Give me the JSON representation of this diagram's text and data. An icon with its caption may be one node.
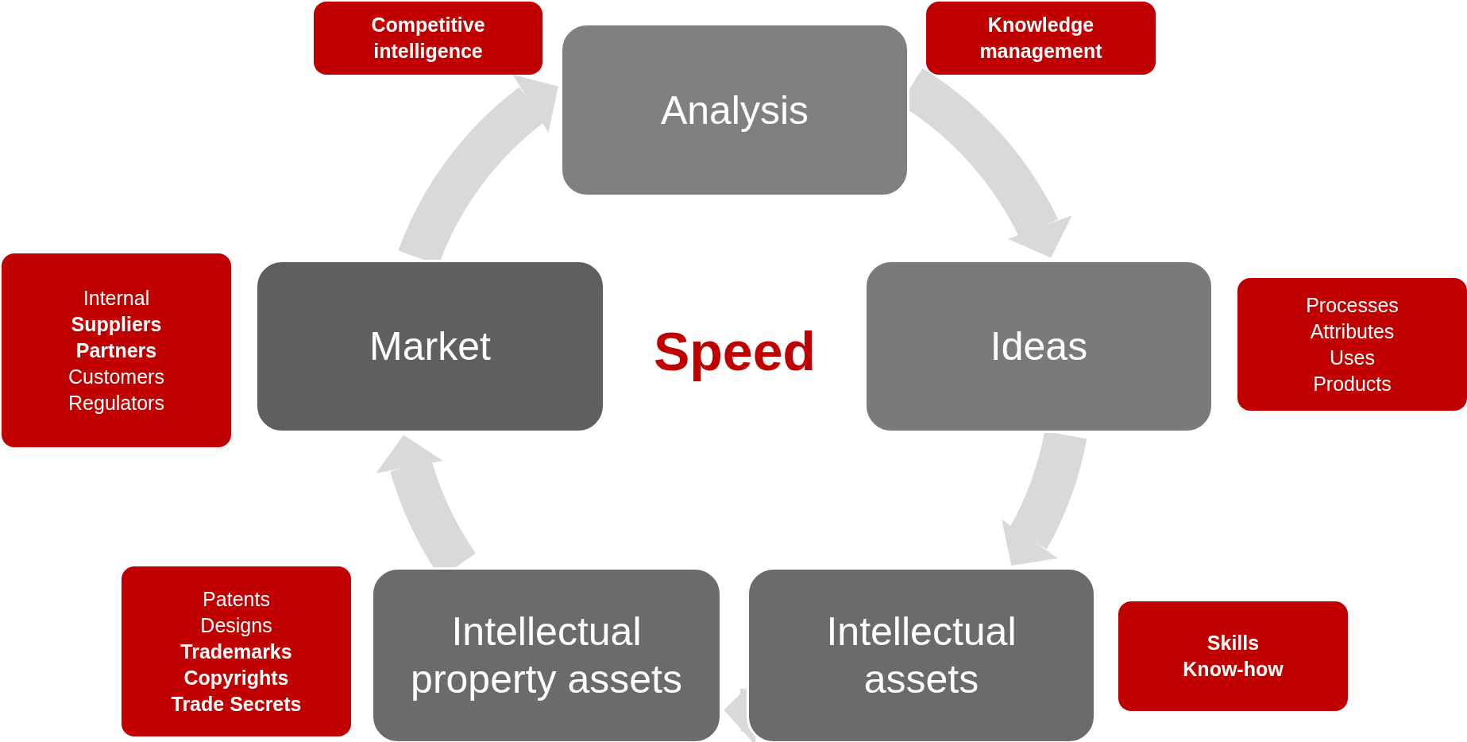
{
  "diagram": {
    "nodes": [
      {
        "text": [
          "Competitive intelligence"
        ]
      },
      {
        "text": [
          "Analysis"
        ]
      },
      {
        "text": [
          "Knowledge management"
        ]
      },
      {
        "text": [
          "Internal",
          "**Suppliers**",
          "**Partners**",
          "Customers",
          "Regulators"
        ]
      },
      {
        "text": [
          "Market"
        ]
      },
      {
        "text": [
          "Ideas"
        ]
      },
      {
        "text": [
          "Processes",
          "Attributes",
          "Uses",
          "Products"
        ]
      },
      {
        "text": [
          "Patents",
          "Designs",
          "**Trademarks**",
          "**Copyrights**",
          "**Trade Secrets**"
        ]
      },
      {
        "text": [
          "Intellectual property assets"
        ]
      },
      {
        "text": [
          "Intellectual assets"
        ]
      },
      {
        "text": [
          "Skills",
          "Know-how"
        ]
      }
    ],
    "edges": [
      {
        "from": 1,
        "to": 5,
        "arrow": "to"
      },
      {
        "from": 5,
        "to": 9,
        "arrow": "to"
      },
      {
        "from": 9,
        "to": 8,
        "arrow": "to"
      },
      {
        "from": 8,
        "to": 4,
        "arrow": "to"
      },
      {
        "from": 4,
        "to": 1,
        "arrow": "to"
      }
    ],
    "labels": [
      "Speed"
    ]
  }
}
